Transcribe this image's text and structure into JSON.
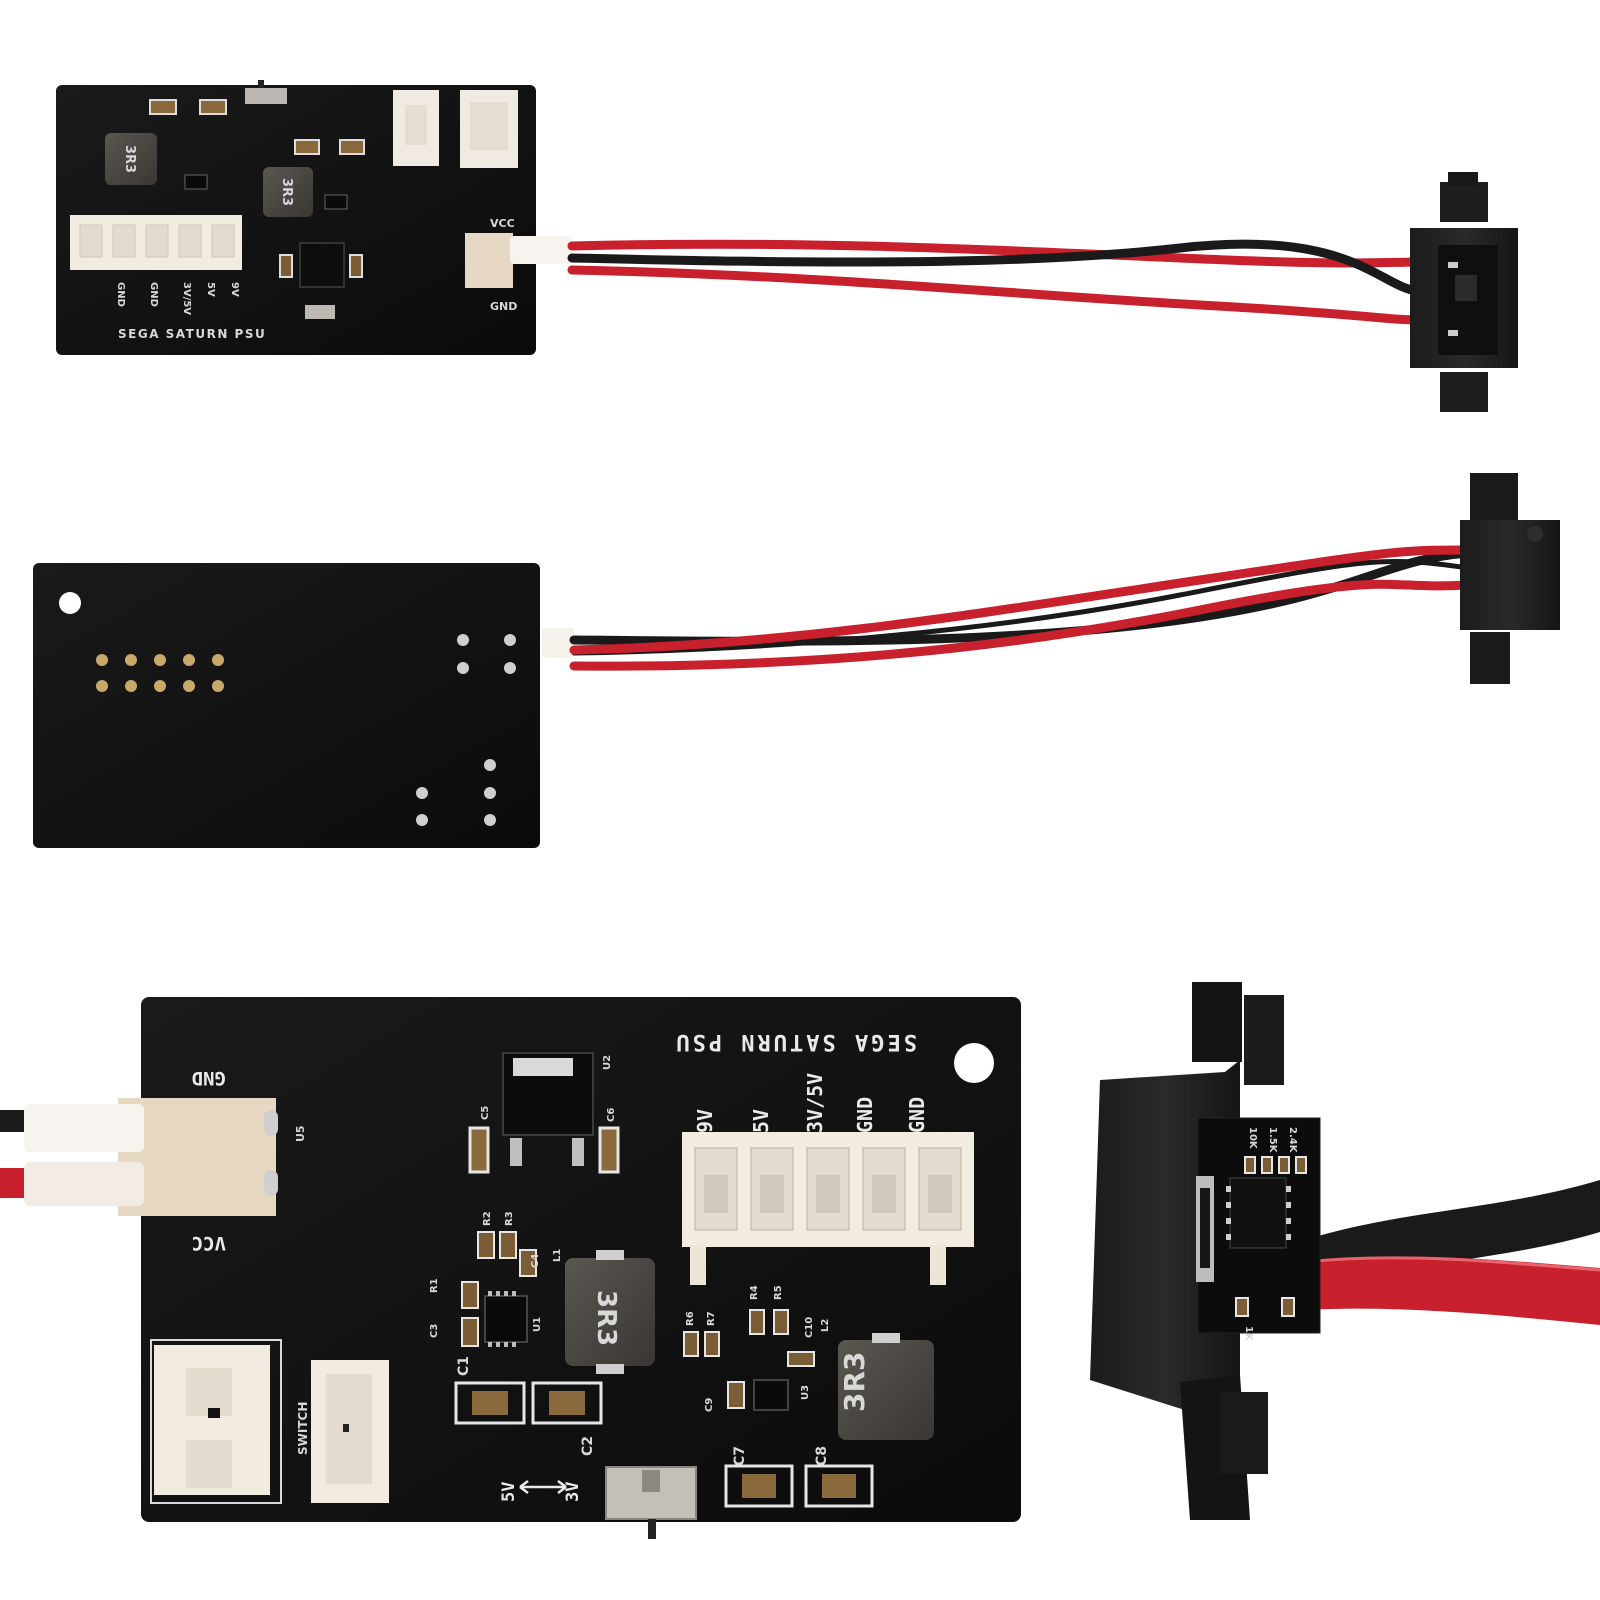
{
  "image": {
    "board_title": "SEGA SATURN PSU",
    "output_pins": [
      "GND",
      "GND",
      "3V/5V",
      "5V",
      "9V"
    ],
    "vcc_label": "VCC",
    "gnd_label": "GND",
    "switch_label": "SWITCH",
    "voltage_left": "5V",
    "voltage_right": "3V",
    "inductor_mark": "3R3",
    "ref_designators": {
      "u5": "U5",
      "u2": "U2",
      "u1": "U1",
      "u3": "U3",
      "c1": "C1",
      "c2": "C2",
      "c3": "C3",
      "c4": "C4",
      "c5": "C5",
      "c6": "C6",
      "c7": "C7",
      "c8": "C8",
      "c9": "C9",
      "c10": "C10",
      "r1": "R1",
      "r2": "R2",
      "r3": "R3",
      "r4": "R4",
      "r5": "R5",
      "r6": "R6",
      "r7": "R7",
      "l1": "L1",
      "l2": "L2"
    },
    "sensor_labels": [
      "10K",
      "1K",
      "1.5K",
      "2.4K"
    ],
    "colors": {
      "pcb": "#111111",
      "silkscreen": "#e9e9e9",
      "connector": "#f2ece0",
      "wire_red": "#c8202c",
      "wire_black": "#1a1a1a",
      "inductor": "#4a4641",
      "smd": "#8a6a3c"
    }
  }
}
